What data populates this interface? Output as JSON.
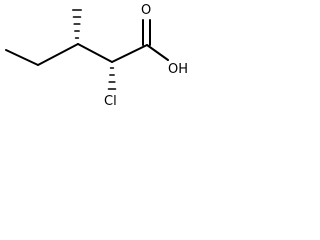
{
  "molecule": {
    "atoms": {
      "oxygen_carbonyl": "O",
      "hydroxyl": "OH",
      "chlorine": "Cl"
    }
  },
  "colors": {
    "bond": "#000000",
    "label": "#000000",
    "background": "#ffffff"
  }
}
